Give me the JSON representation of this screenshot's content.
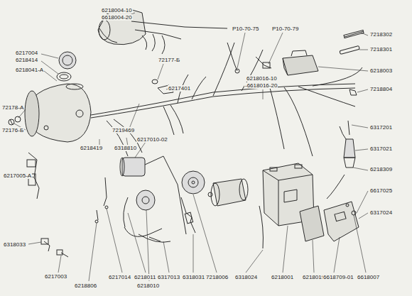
{
  "diagram": {
    "labels": [
      "6218004-10",
      "6618004-20",
      "6217004",
      "6218414",
      "6218041-А",
      "72177-Б",
      "6217401",
      "P10-70-75",
      "P10-70-79",
      "7218302",
      "7218301",
      "6218003",
      "7218804",
      "6218016-10",
      "-6618016-20",
      "72178-А",
      "72176-Б",
      "7219469",
      "6218419",
      "6318810",
      "6217010-02",
      "6317201",
      "6317021",
      "6218309",
      "6617025",
      "6317024",
      "6217005-А",
      "6318033",
      "6217003",
      "6218806",
      "6217014",
      "6218011",
      "6317013",
      "6318031",
      "7218006",
      "6318024",
      "6218001",
      "6218019",
      "6618709-01",
      "6618007",
      "6218010"
    ]
  }
}
